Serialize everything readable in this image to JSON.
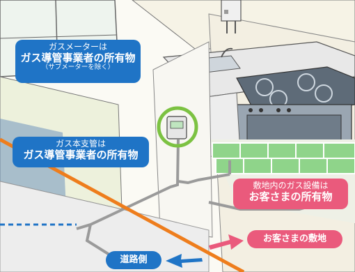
{
  "labels": {
    "meter_owner": {
      "line1": "ガスメーターは",
      "line2": "ガス導管事業者の所有物",
      "line3": "（サブメーターを除く）"
    },
    "main_pipe_owner": {
      "line1": "ガス本支管は",
      "line2": "ガス導管事業者の所有物"
    },
    "premises_equipment_owner": {
      "line1": "敷地内のガス設備は",
      "line2": "お客さまの所有物"
    },
    "customer_premises": "お客さまの敷地",
    "road_side": "道路側"
  },
  "colors": {
    "owner_blue": "#1f74c6",
    "customer_pink": "#ea5a7c",
    "boundary_orange": "#ee7d1c",
    "meter_ring_green": "#7cc242",
    "floor_tile_green": "#8fd48a"
  },
  "icons": [
    "gas-meter-icon",
    "water-heater-icon",
    "stove-icon",
    "sink-icon",
    "arrow-right-icon",
    "arrow-left-icon"
  ]
}
